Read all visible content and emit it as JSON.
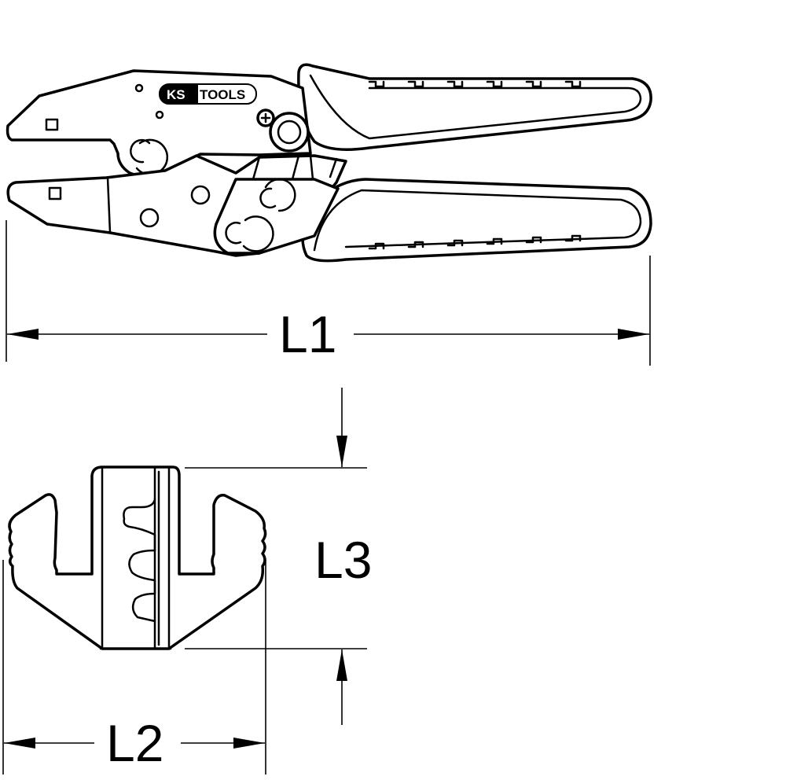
{
  "drawing": {
    "logo_text": {
      "brand_left": "KS",
      "brand_right": "TOOLS"
    },
    "dimensions": {
      "overall_length": "L1",
      "die_width": "L2",
      "die_height": "L3"
    },
    "colors": {
      "line": "#000000",
      "background": "#ffffff"
    }
  }
}
